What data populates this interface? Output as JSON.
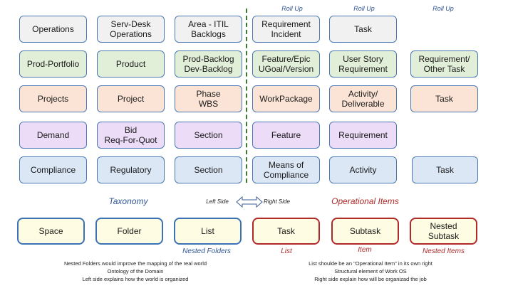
{
  "rollup": [
    "Roll Up",
    "Roll Up",
    "Roll Up"
  ],
  "grid": [
    [
      "Operations",
      "Serv-Desk\nOperations",
      "Area - ITIL\nBacklogs",
      "Requirement\nIncident",
      "Task",
      ""
    ],
    [
      "Prod-Portfolio",
      "Product",
      "Prod-Backlog\nDev-Backlog",
      "Feature/Epic\nUGoal/Version",
      "User Story\nRequirement",
      "Requirement/\nOther Task"
    ],
    [
      "Projects",
      "Project",
      "Phase\nWBS",
      "WorkPackage",
      "Activity/\nDeliverable",
      "Task"
    ],
    [
      "Demand",
      "Bid\nReq-For-Quot",
      "Section",
      "Feature",
      "Requirement",
      ""
    ],
    [
      "Compliance",
      "Regulatory",
      "Section",
      "Means of\nCompliance",
      "Activity",
      "Task"
    ]
  ],
  "labels": {
    "taxonomy": "Taxonomy",
    "left_side": "Left Side",
    "right_side": "Right Side",
    "operational_items": "Operational Items"
  },
  "bottom_boxes": [
    "Space",
    "Folder",
    "List",
    "Task",
    "Subtask",
    "Nested\nSubtask"
  ],
  "bottom_captions": {
    "nested_folders": "Nested Folders",
    "list": "List",
    "item": "Item",
    "nested_items": "Nested Items"
  },
  "notes_left": [
    "Nested Folders would improve the mapping of the real world",
    "Ontology of the Domain",
    "Left side explains how the world is organized"
  ],
  "notes_right": [
    "List shoulde be an \"Operational Item\" in its own right",
    "Structural element of Work OS",
    "Right side explain how will be organizad the job"
  ],
  "colors": {
    "blue_border": "#4a78b5",
    "red_border": "#b02a2a",
    "divider": "#3a7a2a",
    "taxonomy_text": "#2f5597",
    "operational_text": "#b02a2a"
  }
}
